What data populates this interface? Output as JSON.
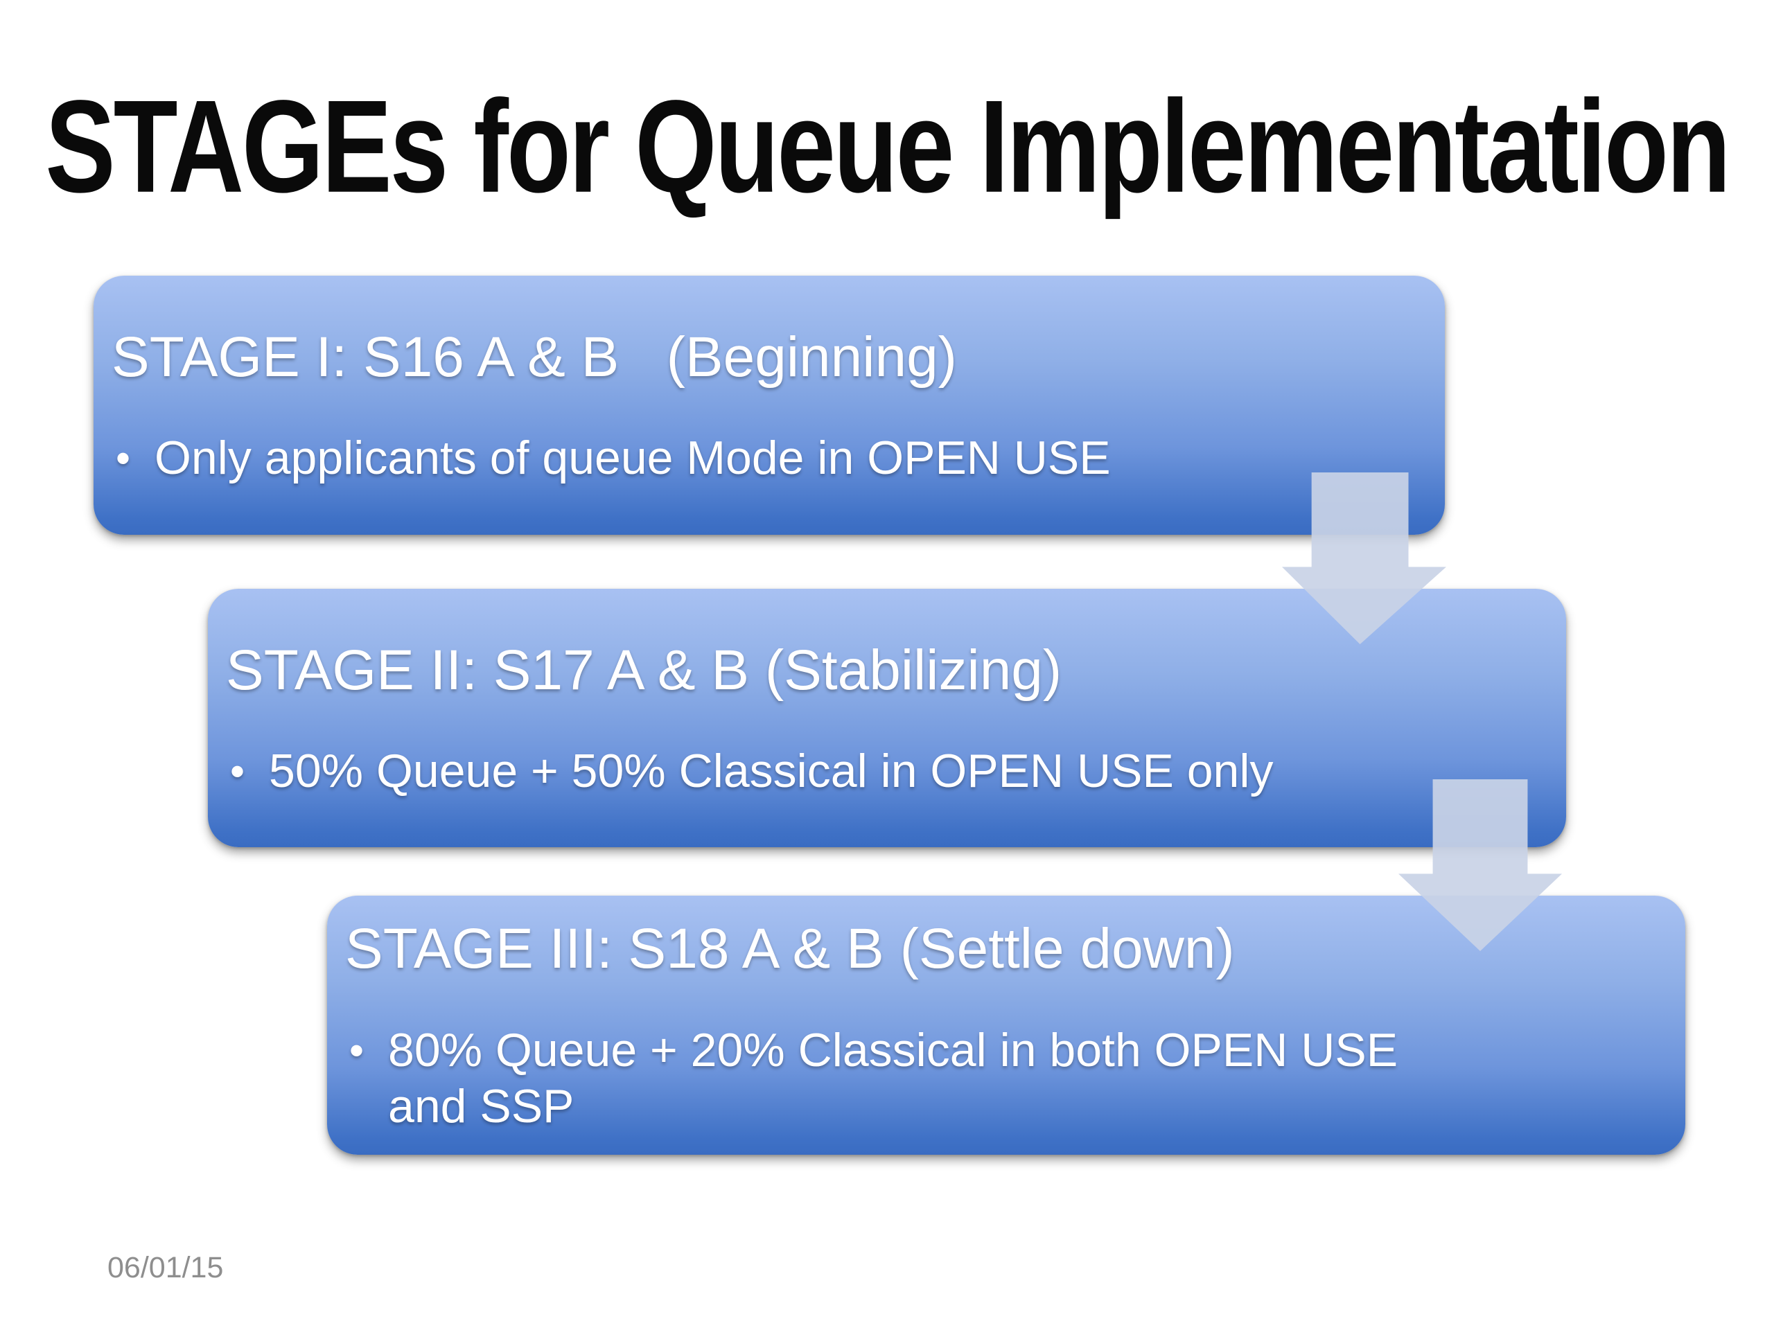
{
  "slide": {
    "title": "STAGEs for Queue Implementation",
    "date": "06/01/15",
    "bullet_char": "•",
    "stages": [
      {
        "id": "stage-1",
        "heading": "STAGE I: S16 A & B   (Beginning)",
        "bullet": "Only applicants of queue Mode in OPEN USE"
      },
      {
        "id": "stage-2",
        "heading": "STAGE II: S17 A & B (Stabilizing)",
        "bullet": "50% Queue + 50% Classical in OPEN USE only"
      },
      {
        "id": "stage-3",
        "heading": "STAGE III: S18 A & B (Settle down)",
        "bullet": "80% Queue + 20% Classical in both OPEN USE\nand SSP"
      }
    ],
    "diagram": {
      "type": "process-flow",
      "connector": "down-arrow",
      "flow": "Stage I → Stage II → Stage III"
    },
    "colors": {
      "background": "#ffffff",
      "title_text": "#0a0a0a",
      "box_text": "#ffffff",
      "date_text": "#8e8e8e",
      "arrow": "#c9d3e7",
      "box_gradient_top": "#a8c1f2",
      "box_gradient_mid1": "#8fafe7",
      "box_gradient_mid2": "#6e95dc",
      "box_gradient_bottom": "#3f71c6"
    }
  }
}
